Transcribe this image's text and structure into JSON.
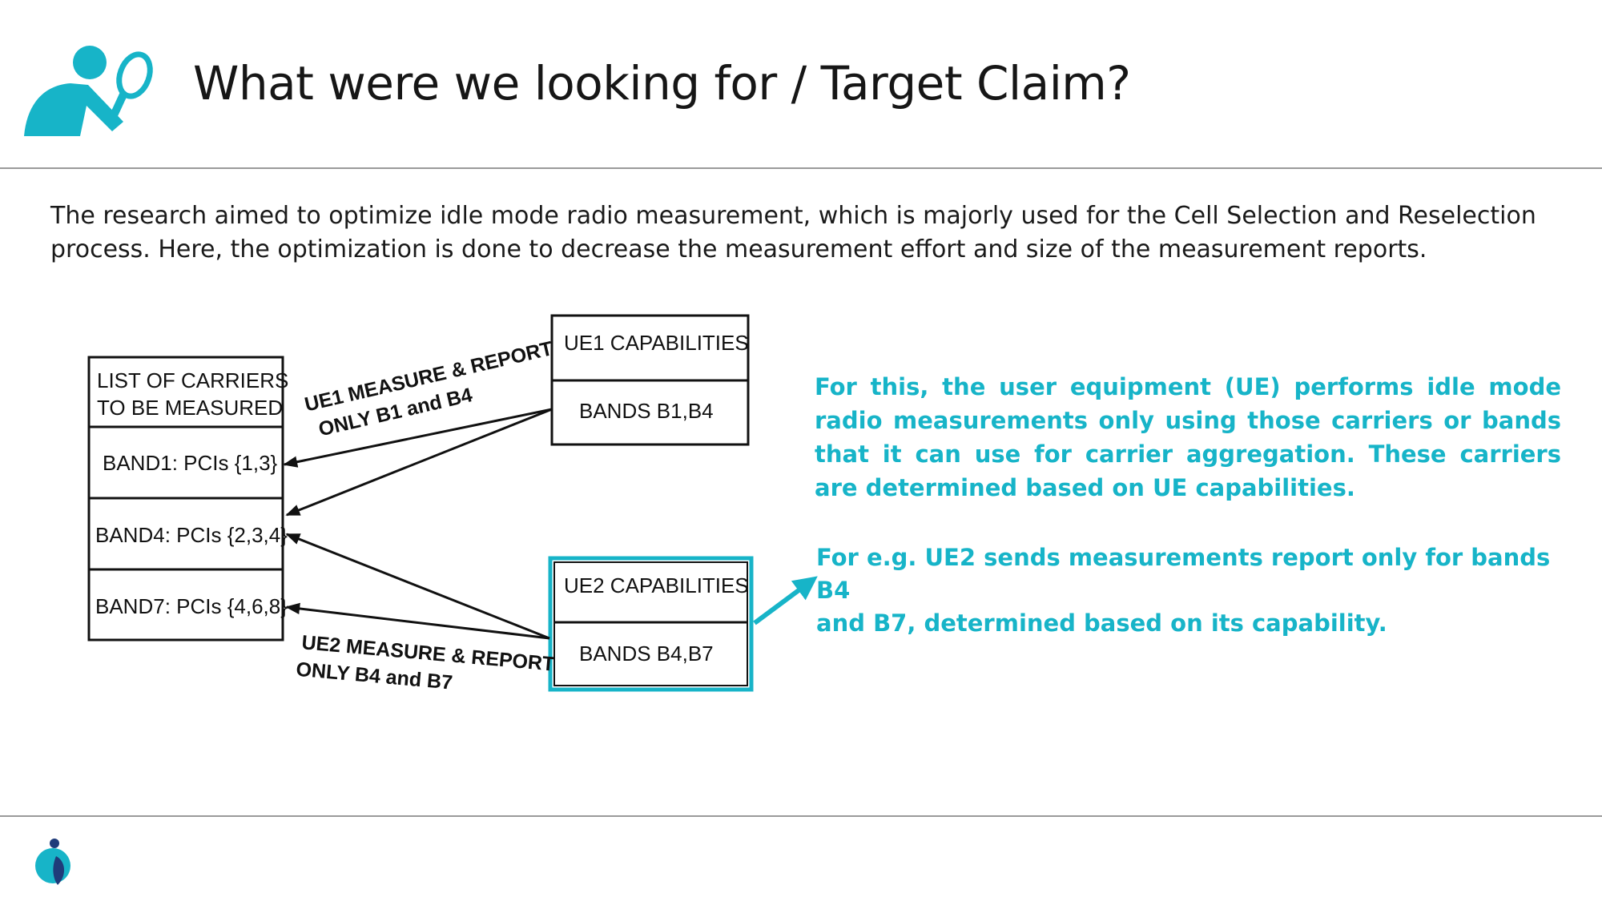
{
  "header": {
    "title": "What were we looking for / Target Claim?",
    "icon": "person-with-magnifier-icon",
    "accent_color": "#17b4c8"
  },
  "intro": {
    "line1": "The research aimed to optimize idle mode radio measurement, which is majorly used for the Cell Selection and Reselection",
    "line2": "process. Here, the optimization is done to decrease the measurement effort and size of the measurement reports."
  },
  "diagram": {
    "carrier_list": {
      "header_line1": "LIST OF CARRIERS",
      "header_line2": "TO BE MEASURED",
      "bands": [
        "BAND1: PCIs {1,3}",
        "BAND4: PCIs {2,3,4}",
        "BAND7: PCIs {4,6,8}"
      ]
    },
    "ue1": {
      "title": "UE1 CAPABILITIES",
      "bands": "BANDS B1,B4"
    },
    "ue2": {
      "title": "UE2 CAPABILITIES",
      "bands": "BANDS B4,B7",
      "highlight_color": "#17b4c8"
    },
    "ue1_label": {
      "line1": "UE1 MEASURE & REPORT",
      "line2": "ONLY B1 and B4"
    },
    "ue2_label": {
      "line1": "UE2 MEASURE & REPORT",
      "line2": "ONLY B4 and B7"
    }
  },
  "callouts": {
    "main": "For this, the user equipment (UE) performs idle mode radio measurements only using those carriers or bands that it can use for carrier aggregation. These carriers are determined based on UE capabilities.",
    "example_line1": "For e.g. UE2 sends measurements report only for bands B4",
    "example_line2": "and B7, determined based on its capability."
  },
  "footer": {
    "logo": "brand-logo-icon"
  }
}
